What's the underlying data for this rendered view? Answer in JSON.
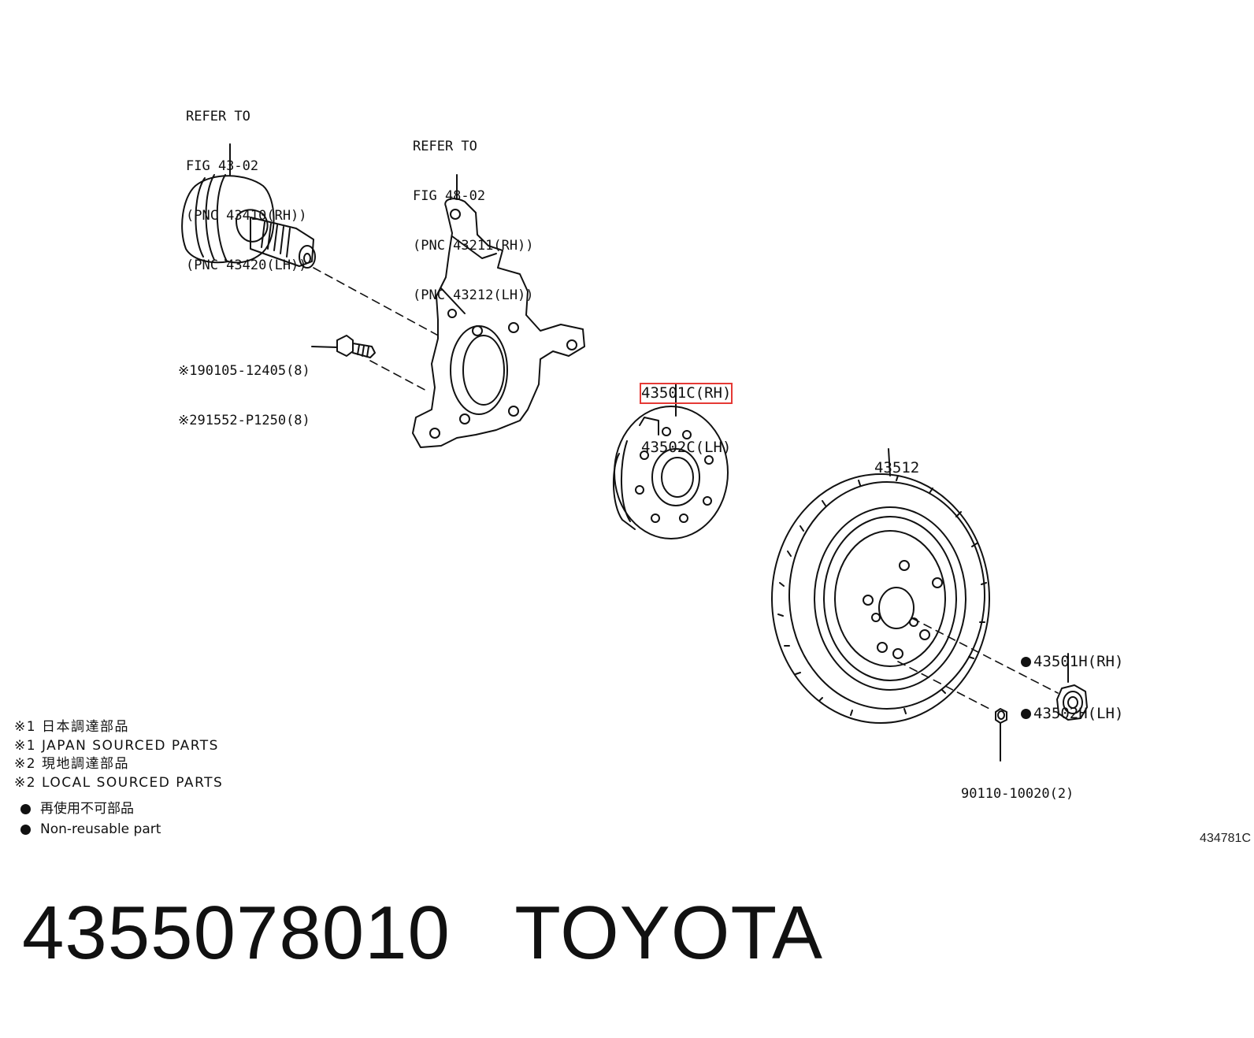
{
  "callouts": {
    "driveshaft_ref": [
      "REFER TO",
      "FIG 43-02",
      "(PNC 43410(RH))",
      "(PNC 43420(LH))"
    ],
    "knuckle_ref": [
      "REFER TO",
      "FIG 48-02",
      "(PNC 43211(RH))",
      "(PNC 43212(LH))"
    ],
    "bolt_parts": [
      "※190105-12405(8)",
      "※291552-P1250(8)"
    ],
    "hub_parts": [
      "43501C(RH)",
      "43502C(LH)"
    ],
    "disc_part": "43512",
    "nut_parts": [
      "43501H(RH)",
      "43502H(LH)"
    ],
    "screw_part": "90110-10020(2)"
  },
  "notes": [
    "※1 日本調達部品",
    "※1 JAPAN SOURCED PARTS",
    "※2 現地調達部品",
    "※2 LOCAL SOURCED PARTS"
  ],
  "legend": [
    "再使用不可部品",
    "Non-reusable part"
  ],
  "figure_code": "434781C",
  "bottom_title": "4355078010   TOYOTA",
  "highlight_color": "#e53935"
}
